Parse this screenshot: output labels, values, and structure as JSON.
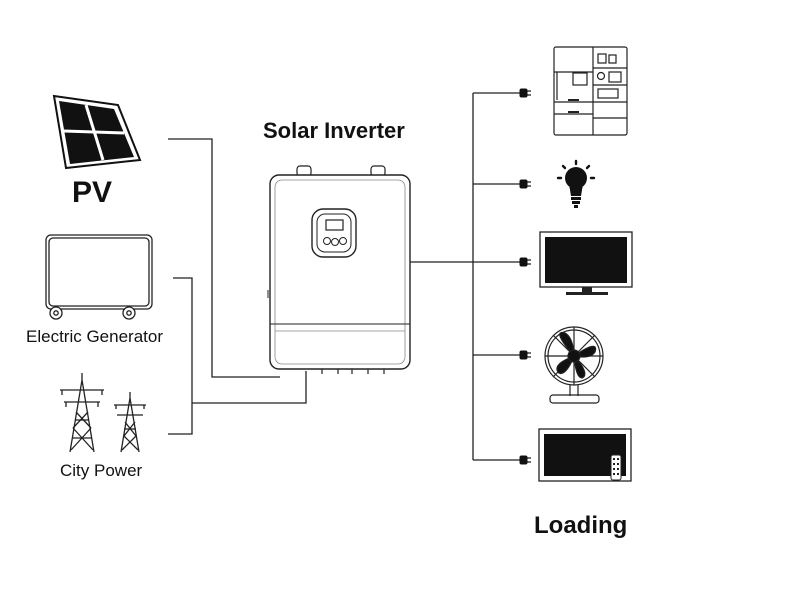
{
  "title": "Solar Inverter",
  "sources": {
    "pv": "PV",
    "generator": "Electric Generator",
    "city": "City Power"
  },
  "loads_label": "Loading",
  "icons": {
    "pv": "solar-panel-icon",
    "generator": "generator-icon",
    "city": "power-tower-icon",
    "inverter": "inverter-icon",
    "loads": [
      "refrigerator-icon",
      "light-bulb-icon",
      "monitor-icon",
      "fan-icon",
      "tv-icon"
    ]
  },
  "colors": {
    "line": "#222222",
    "panel": "#111111"
  }
}
